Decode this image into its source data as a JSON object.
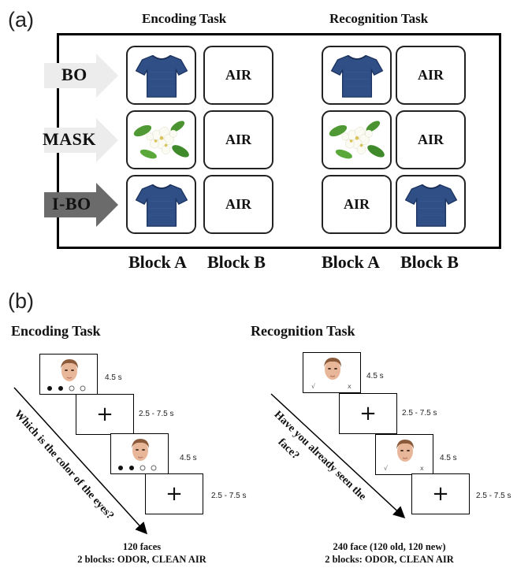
{
  "panel_a": {
    "letter": "(a)",
    "encoding_title": "Encoding Task",
    "recognition_title": "Recognition Task",
    "conditions": [
      "BO",
      "MASK",
      "I-BO"
    ],
    "cell_text": "AIR",
    "block_labels": [
      "Block A",
      "Block B",
      "Block A",
      "Block B"
    ],
    "icons": {
      "tshirt": "tshirt-icon",
      "flowers": "flowers-icon"
    }
  },
  "panel_b": {
    "letter": "(b)",
    "encoding": {
      "title": "Encoding Task",
      "question": "Which is the color of the eyes?",
      "durations": [
        "4.5 s",
        "2.5 - 7.5 s",
        "4.5 s",
        "2.5 - 7.5 s"
      ],
      "footer_line1": "120 faces",
      "footer_line2": "2 blocks: ODOR, CLEAN AIR"
    },
    "recognition": {
      "title": "Recognition Task",
      "question_line1": "Have you already seen the",
      "question_line2": "face?",
      "durations": [
        "4.5 s",
        "2.5 - 7.5 s",
        "4.5 s",
        "2.5 - 7.5 s"
      ],
      "check_mark": "√",
      "x_mark": "x",
      "footer_line1": "240 face (120 old, 120 new)",
      "footer_line2": "2 blocks: ODOR, CLEAN AIR"
    },
    "fixation": "+"
  }
}
